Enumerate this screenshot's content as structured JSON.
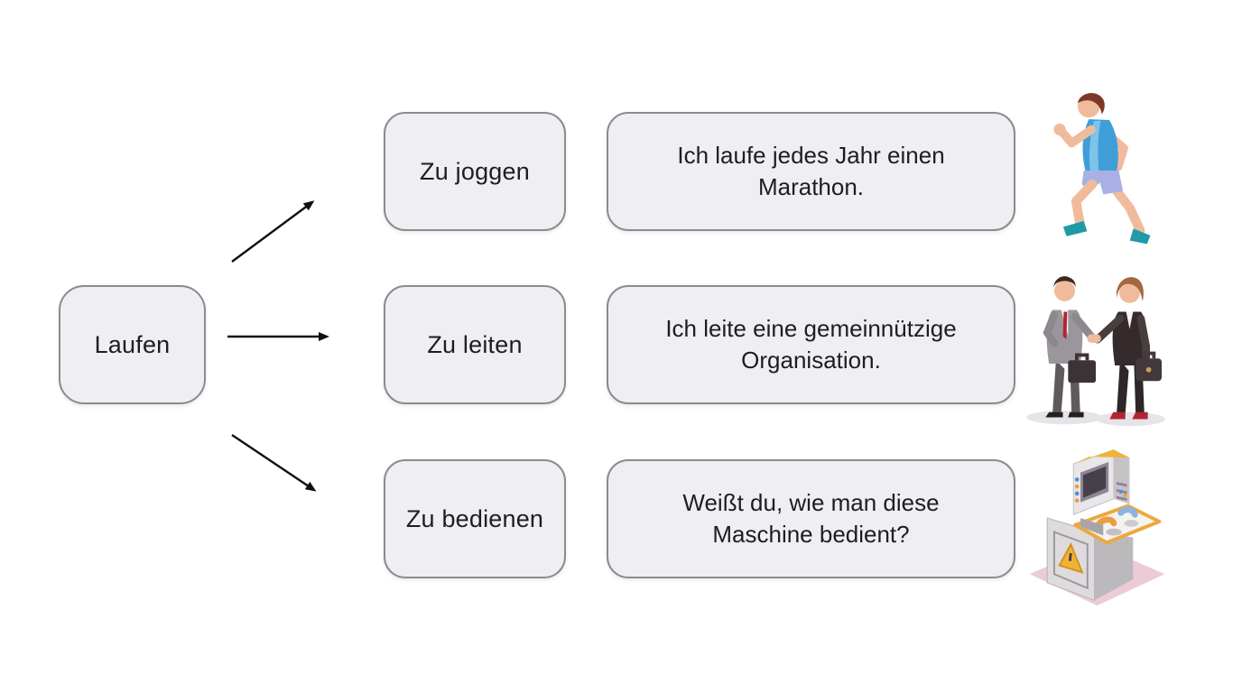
{
  "diagram": {
    "root": {
      "label": "Laufen"
    },
    "branches": [
      {
        "word": "Zu joggen",
        "sentence": "Ich laufe jedes Jahr einen Marathon.",
        "illustration": "running-man"
      },
      {
        "word": "Zu leiten",
        "sentence": "Ich leite eine gemeinnützige Organisation.",
        "illustration": "business-people-handshake"
      },
      {
        "word": "Zu bedienen",
        "sentence": "Weißt du, wie man diese Maschine bedient?",
        "illustration": "industrial-machine"
      }
    ],
    "colors": {
      "background": "#ffffff",
      "box_fill": "#efeef3",
      "box_border": "#8b8b90",
      "text": "#1d1d22",
      "arrow": "#101010",
      "runner_shirt": "#3f9ed8",
      "runner_shorts": "#a9b0e5",
      "runner_shoes": "#1f9aa8",
      "suit_gray": "#9b969b",
      "suit_dark": "#352b2c",
      "tie_red": "#b22335",
      "machine_gray": "#d9d7da",
      "machine_trim": "#eba93d",
      "machine_mat": "#eccbd8"
    }
  }
}
